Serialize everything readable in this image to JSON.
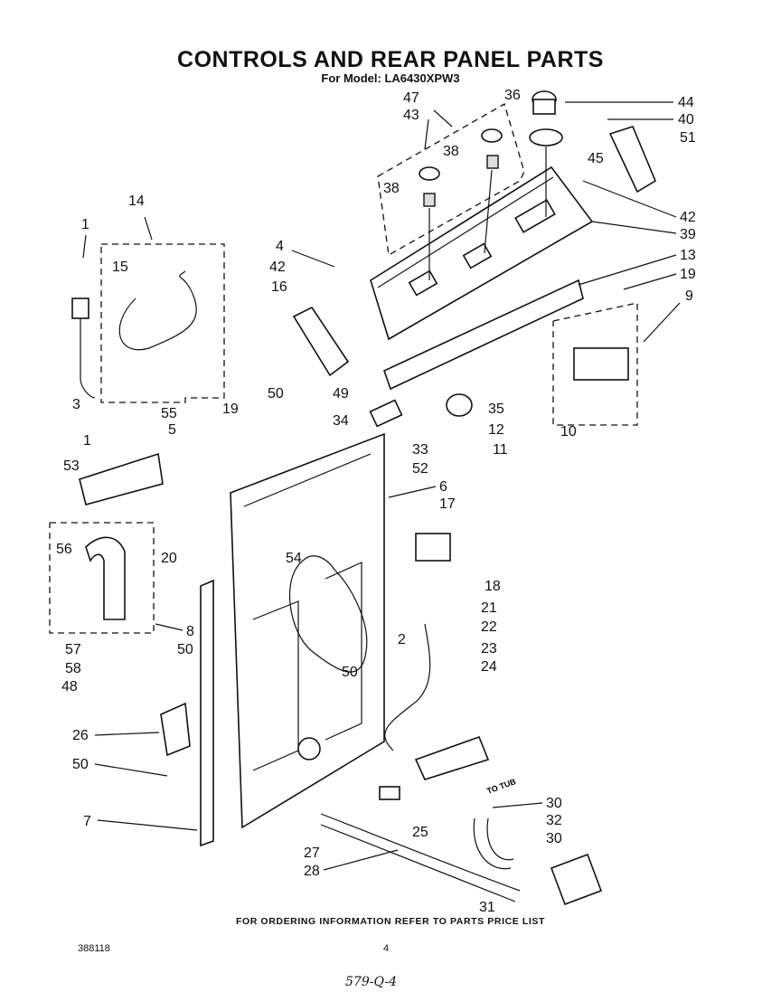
{
  "title": "CONTROLS AND REAR PANEL PARTS",
  "subtitle": "For Model: LA6430XPW3",
  "footer": "FOR ORDERING INFORMATION REFER TO PARTS PRICE LIST",
  "doc_number": "388118",
  "page_number": "4",
  "handwritten_note": "579-Q-4",
  "tub_label": "TO TUB",
  "callouts": [
    {
      "id": "c1",
      "n": "1"
    },
    {
      "id": "c3",
      "n": "3"
    },
    {
      "id": "c1b",
      "n": "1"
    },
    {
      "id": "c53",
      "n": "53"
    },
    {
      "id": "c14",
      "n": "14"
    },
    {
      "id": "c15",
      "n": "15"
    },
    {
      "id": "c4",
      "n": "4"
    },
    {
      "id": "c42a",
      "n": "42"
    },
    {
      "id": "c16",
      "n": "16"
    },
    {
      "id": "c49",
      "n": "49"
    },
    {
      "id": "c34",
      "n": "34"
    },
    {
      "id": "c50a",
      "n": "50"
    },
    {
      "id": "c55",
      "n": "55"
    },
    {
      "id": "c19a",
      "n": "19"
    },
    {
      "id": "c5",
      "n": "5"
    },
    {
      "id": "c47",
      "n": "47"
    },
    {
      "id": "c43",
      "n": "43"
    },
    {
      "id": "c36",
      "n": "36"
    },
    {
      "id": "c38a",
      "n": "38"
    },
    {
      "id": "c38b",
      "n": "38"
    },
    {
      "id": "c44",
      "n": "44"
    },
    {
      "id": "c40",
      "n": "40"
    },
    {
      "id": "c45",
      "n": "45"
    },
    {
      "id": "c51",
      "n": "51"
    },
    {
      "id": "c42b",
      "n": "42"
    },
    {
      "id": "c39",
      "n": "39"
    },
    {
      "id": "c13",
      "n": "13"
    },
    {
      "id": "c19b",
      "n": "19"
    },
    {
      "id": "c9",
      "n": "9"
    },
    {
      "id": "c10",
      "n": "10"
    },
    {
      "id": "c35",
      "n": "35"
    },
    {
      "id": "c12",
      "n": "12"
    },
    {
      "id": "c11",
      "n": "11"
    },
    {
      "id": "c33",
      "n": "33"
    },
    {
      "id": "c52",
      "n": "52"
    },
    {
      "id": "c6",
      "n": "6"
    },
    {
      "id": "c17",
      "n": "17"
    },
    {
      "id": "c18",
      "n": "18"
    },
    {
      "id": "c20",
      "n": "20"
    },
    {
      "id": "c56",
      "n": "56"
    },
    {
      "id": "c54",
      "n": "54"
    },
    {
      "id": "c8",
      "n": "8"
    },
    {
      "id": "c57",
      "n": "57"
    },
    {
      "id": "c50b",
      "n": "50"
    },
    {
      "id": "c58",
      "n": "58"
    },
    {
      "id": "c48",
      "n": "48"
    },
    {
      "id": "c26",
      "n": "26"
    },
    {
      "id": "c50c",
      "n": "50"
    },
    {
      "id": "c2",
      "n": "2"
    },
    {
      "id": "c50d",
      "n": "50"
    },
    {
      "id": "c21",
      "n": "21"
    },
    {
      "id": "c22",
      "n": "22"
    },
    {
      "id": "c23",
      "n": "23"
    },
    {
      "id": "c24",
      "n": "24"
    },
    {
      "id": "c7",
      "n": "7"
    },
    {
      "id": "c25",
      "n": "25"
    },
    {
      "id": "c27",
      "n": "27"
    },
    {
      "id": "c28",
      "n": "28"
    },
    {
      "id": "c30a",
      "n": "30"
    },
    {
      "id": "c32",
      "n": "32"
    },
    {
      "id": "c30b",
      "n": "30"
    },
    {
      "id": "c31",
      "n": "31"
    }
  ]
}
